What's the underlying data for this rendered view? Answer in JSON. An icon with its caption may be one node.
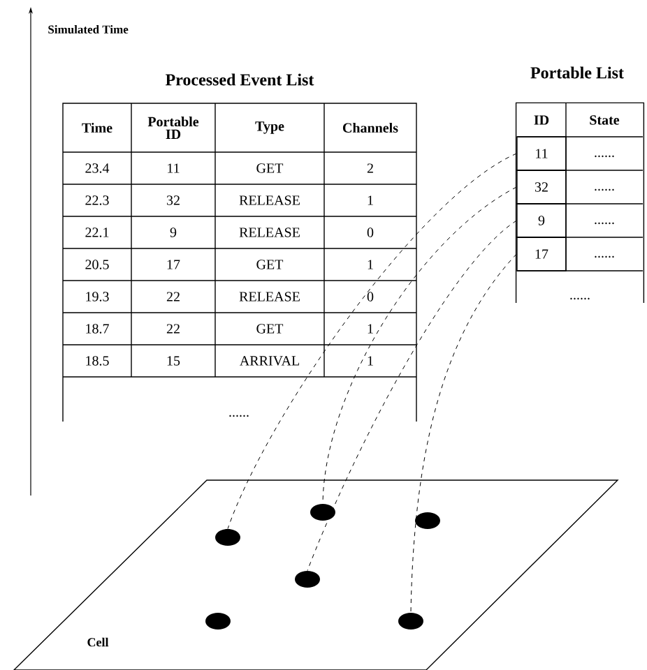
{
  "diagram": {
    "nodes": [
      {
        "text": [
          "Processed Event List"
        ]
      },
      {
        "text": [
          "Portable List"
        ]
      },
      {
        "text": [
          "11"
        ],
        "in": 1
      },
      {
        "text": [
          "32"
        ],
        "in": 1
      },
      {
        "text": [
          "9"
        ],
        "in": 1
      },
      {
        "text": [
          "17"
        ],
        "in": 1
      },
      {
        "text": [
          "Cell"
        ]
      },
      {
        "text": [],
        "shape": "circle",
        "in": 6
      },
      {
        "text": [],
        "shape": "circle",
        "in": 6
      },
      {
        "text": [],
        "shape": "circle",
        "in": 6
      },
      {
        "text": [],
        "shape": "circle",
        "in": 6
      },
      {
        "text": [],
        "shape": "circle",
        "in": 6
      },
      {
        "text": [],
        "shape": "circle",
        "in": 6
      }
    ],
    "edges": [
      {
        "from": 2,
        "to": 8,
        "arrow": "none",
        "style": "dashed"
      },
      {
        "from": 3,
        "to": 10,
        "arrow": "none",
        "style": "dashed"
      },
      {
        "from": 4,
        "to": 9,
        "arrow": "none",
        "style": "dashed"
      },
      {
        "from": 5,
        "to": 11,
        "arrow": "none",
        "style": "dashed"
      }
    ],
    "labels": [
      "Simulated Time",
      "Time",
      "Portable ID",
      "Type",
      "Channels",
      "23.4",
      "11",
      "GET",
      "2",
      "22.3",
      "32",
      "RELEASE",
      "1",
      "22.1",
      "9",
      "RELEASE",
      "0",
      "20.5",
      "17",
      "GET",
      "1",
      "19.3",
      "22",
      "RELEASE",
      "0",
      "18.7",
      "22",
      "GET",
      "1",
      "18.5",
      "15",
      "ARRIVAL",
      "1",
      "......",
      "ID",
      "State",
      "......",
      "......",
      "......",
      "......",
      "......"
    ]
  }
}
